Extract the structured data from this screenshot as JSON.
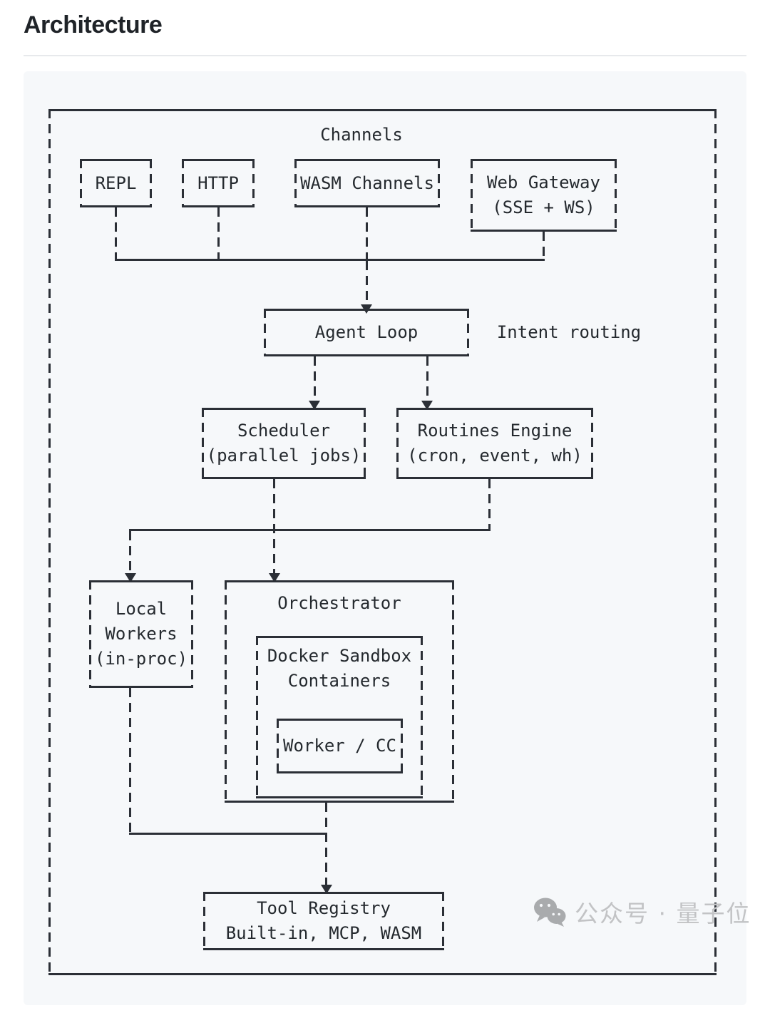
{
  "page": {
    "title": "Architecture"
  },
  "diagram": {
    "outer_label": "Channels",
    "side_label": "Intent routing",
    "nodes": {
      "repl": {
        "lines": [
          "REPL"
        ]
      },
      "http": {
        "lines": [
          "HTTP"
        ]
      },
      "wasm_channels": {
        "lines": [
          "WASM Channels"
        ]
      },
      "web_gateway": {
        "lines": [
          "Web Gateway",
          "(SSE + WS)"
        ]
      },
      "agent_loop": {
        "lines": [
          "Agent Loop"
        ]
      },
      "scheduler": {
        "lines": [
          "Scheduler",
          "(parallel jobs)"
        ]
      },
      "routines_engine": {
        "lines": [
          "Routines Engine",
          "(cron, event, wh)"
        ]
      },
      "local_workers": {
        "lines": [
          "Local",
          "Workers",
          "(in-proc)"
        ]
      },
      "orchestrator": {
        "lines": [
          "Orchestrator"
        ]
      },
      "docker_sandbox": {
        "lines": [
          "Docker Sandbox",
          "Containers"
        ]
      },
      "worker_cc": {
        "lines": [
          "Worker / CC"
        ]
      },
      "tool_registry": {
        "lines": [
          "Tool Registry",
          "Built-in, MCP, WASM"
        ]
      }
    }
  },
  "watermark": {
    "icon": "wechat-icon",
    "text": "公众号 · 量子位"
  },
  "colors": {
    "line": "#2b2f36",
    "text": "#24292e",
    "panel_bg": "#f6f8fa",
    "watermark_gray": "#c2c3c5",
    "title": "#1f2328"
  }
}
